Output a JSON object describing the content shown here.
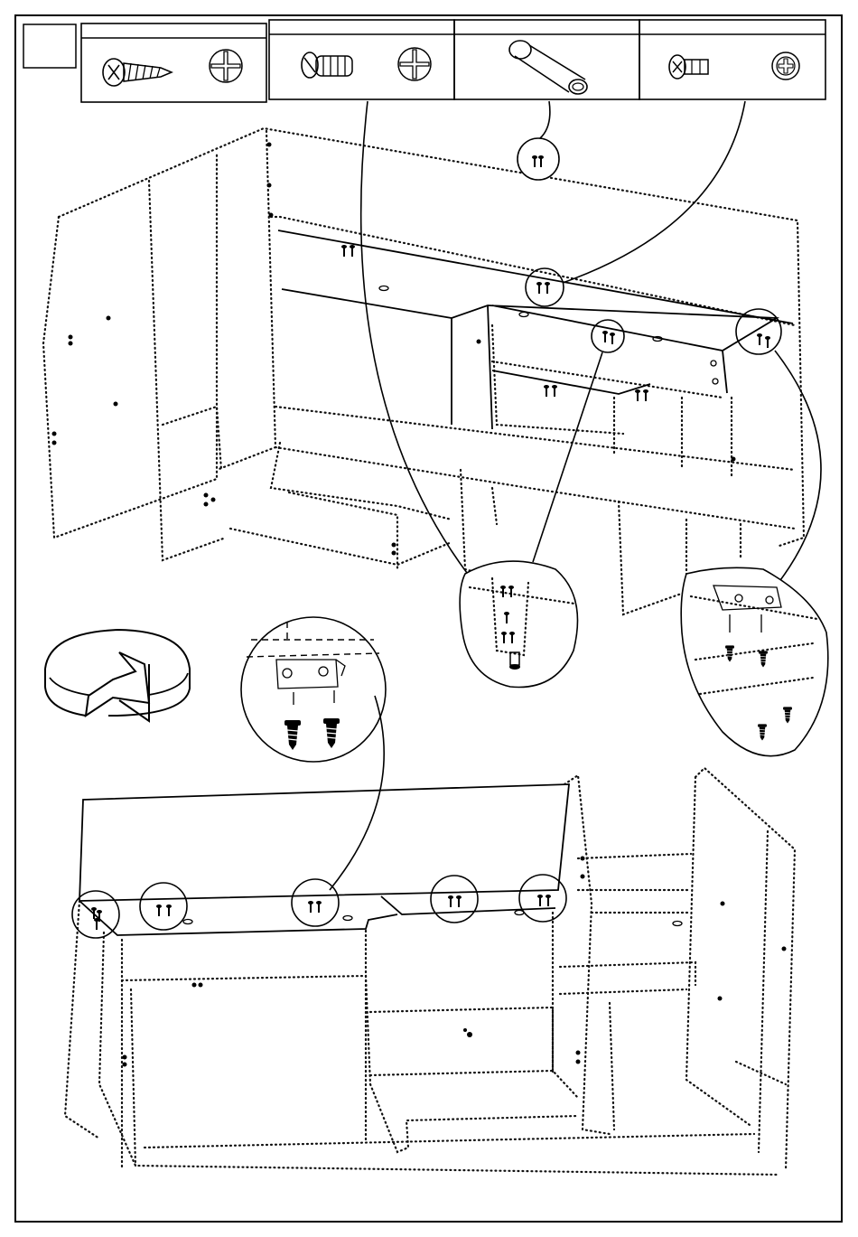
{
  "page": {
    "step_number": "",
    "parts_header": [
      {
        "name": "wood-screw",
        "icon": "phillips-wood-screw-icon",
        "head_icon": "phillips-cross-head-icon",
        "quantity": ""
      },
      {
        "name": "dowel-screw",
        "icon": "phillips-dowel-screw-icon",
        "head_icon": "phillips-cross-head-icon",
        "quantity": ""
      },
      {
        "name": "cam-bolt",
        "icon": "cam-bolt-sleeve-icon",
        "quantity": ""
      },
      {
        "name": "short-flange-screw",
        "icon": "phillips-flange-screw-icon",
        "head_icon": "phillips-cross-head-icon",
        "quantity": ""
      }
    ],
    "rotate_icon": "rotate-arrow-icon",
    "line_color": "#000000",
    "background": "#ffffff"
  }
}
